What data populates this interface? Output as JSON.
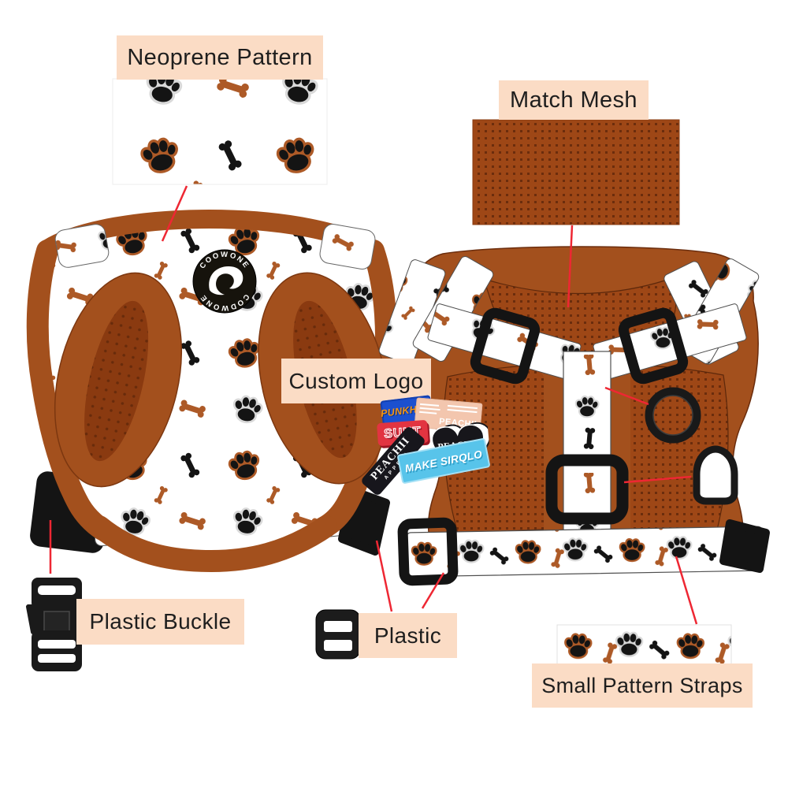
{
  "colors": {
    "label_bg": "#fbdcc5",
    "label_text": "#1e1e1e",
    "trim_brown": "#a3501d",
    "paw_outline_brown": "#ad5a27",
    "paw_outline_gray": "#d9d9d9",
    "pattern_black": "#141414",
    "mesh_base": "#9e4716",
    "mesh_dot": "#6b2d0d",
    "callout_red": "#ee2733",
    "hardware_black": "#161616"
  },
  "callouts": {
    "neoprene_pattern": "Neoprene Pattern",
    "match_mesh": "Match Mesh",
    "custom_logo": "Custom Logo",
    "plastic_buckle": "Plastic Buckle",
    "plastic": "Plastic",
    "small_pattern_straps": "Small Pattern Straps"
  },
  "brand_badge": {
    "top_text": "COOWONE",
    "bottom_text": "CODWONE"
  },
  "logo_patches": [
    {
      "id": "punkhoo",
      "text": "PUNKHOO"
    },
    {
      "id": "peachii-tag",
      "text": "PEACHII"
    },
    {
      "id": "sunt",
      "text": "SUNT"
    },
    {
      "id": "peachii-heart",
      "text": "PEACHII"
    },
    {
      "id": "peachii-appeal",
      "line1": "PEACHII",
      "line2": "APPEAL"
    },
    {
      "id": "make-sirqlo",
      "text": "MAKE SIRQLO"
    }
  ]
}
